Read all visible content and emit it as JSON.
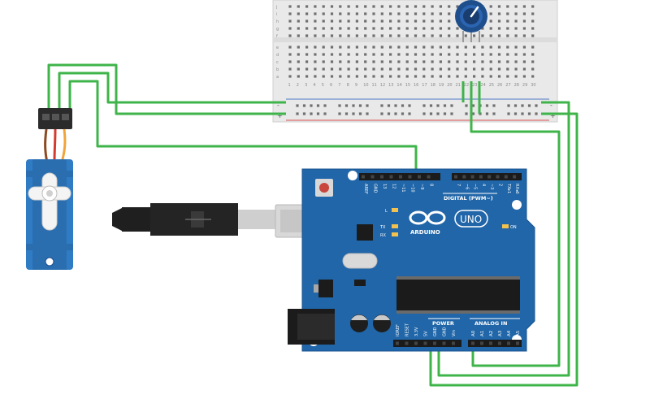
{
  "breadboard": {
    "column_numbers": [
      "1",
      "2",
      "3",
      "4",
      "5",
      "6",
      "7",
      "8",
      "9",
      "10",
      "11",
      "12",
      "13",
      "14",
      "15",
      "16",
      "17",
      "18",
      "19",
      "20",
      "21",
      "22",
      "23",
      "24",
      "25",
      "26",
      "27",
      "28",
      "29",
      "30"
    ],
    "row_letters_top": [
      "f",
      "g",
      "h",
      "i",
      "j"
    ],
    "row_letters_bottom": [
      "a",
      "b",
      "c",
      "d",
      "e"
    ],
    "rail_plus": "+",
    "rail_minus": "-"
  },
  "arduino": {
    "logo_text": "ARDUINO",
    "model_badge": "UNO",
    "digital_header": "DIGITAL (PWM~)",
    "top_pins": [
      "AREF",
      "GND",
      "13",
      "12",
      "~11",
      "~10",
      "~9",
      "8",
      "7",
      "~6",
      "~5",
      "4",
      "~3",
      "2",
      "TX▸1",
      "RX◂0"
    ],
    "power_header": "POWER",
    "analog_header": "ANALOG IN",
    "power_pins": [
      "IOREF",
      "RESET",
      "3.3V",
      "5V",
      "GND",
      "GND",
      "Vin"
    ],
    "analog_pins": [
      "A0",
      "A1",
      "A2",
      "A3",
      "A4",
      "A5"
    ],
    "led_labels": {
      "l": "L",
      "tx": "TX",
      "rx": "RX",
      "on": "ON"
    }
  },
  "colors": {
    "wire": "#3fb44a",
    "board": "#2166a8",
    "servo": "#2f7bc4",
    "breadboard": "#e9e9e9",
    "rail_red": "#d9534f",
    "rail_blue": "#4a76c5"
  },
  "icons": [
    "usb-plug-icon",
    "potentiometer-icon",
    "servo-motor-icon",
    "infinity-logo-icon"
  ]
}
